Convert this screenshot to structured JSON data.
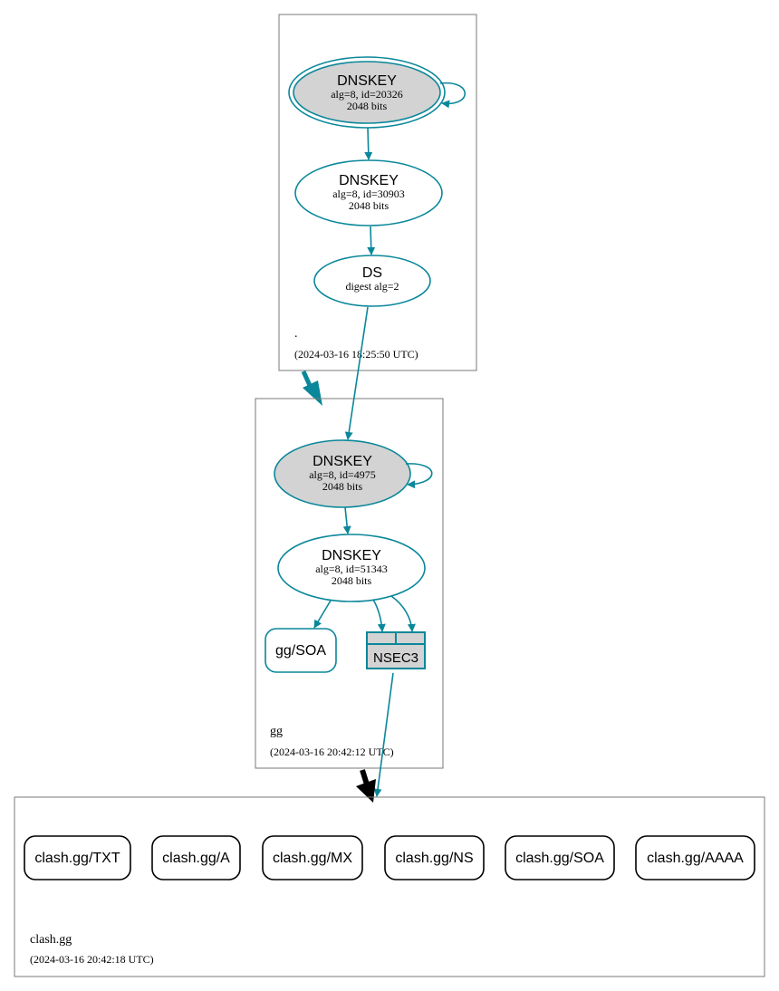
{
  "colors": {
    "edge": "#0a879a",
    "node_fill_gray": "#d3d3d3",
    "zone_border": "#7a7a7a",
    "black": "#000000"
  },
  "zones": {
    "root": {
      "name": ".",
      "timestamp": "(2024-03-16 18:25:50 UTC)"
    },
    "gg": {
      "name": "gg",
      "timestamp": "(2024-03-16 20:42:12 UTC)"
    },
    "clash": {
      "name": "clash.gg",
      "timestamp": "(2024-03-16 20:42:18 UTC)"
    }
  },
  "nodes": {
    "root_ksk": {
      "title": "DNSKEY",
      "line1": "alg=8, id=20326",
      "line2": "2048 bits"
    },
    "root_zsk": {
      "title": "DNSKEY",
      "line1": "alg=8, id=30903",
      "line2": "2048 bits"
    },
    "root_ds": {
      "title": "DS",
      "line1": "digest alg=2"
    },
    "gg_ksk": {
      "title": "DNSKEY",
      "line1": "alg=8, id=4975",
      "line2": "2048 bits"
    },
    "gg_zsk": {
      "title": "DNSKEY",
      "line1": "alg=8, id=51343",
      "line2": "2048 bits"
    },
    "gg_soa": {
      "label": "gg/SOA"
    },
    "gg_nsec3": {
      "label": "NSEC3"
    }
  },
  "records": [
    "clash.gg/TXT",
    "clash.gg/A",
    "clash.gg/MX",
    "clash.gg/NS",
    "clash.gg/SOA",
    "clash.gg/AAAA"
  ]
}
